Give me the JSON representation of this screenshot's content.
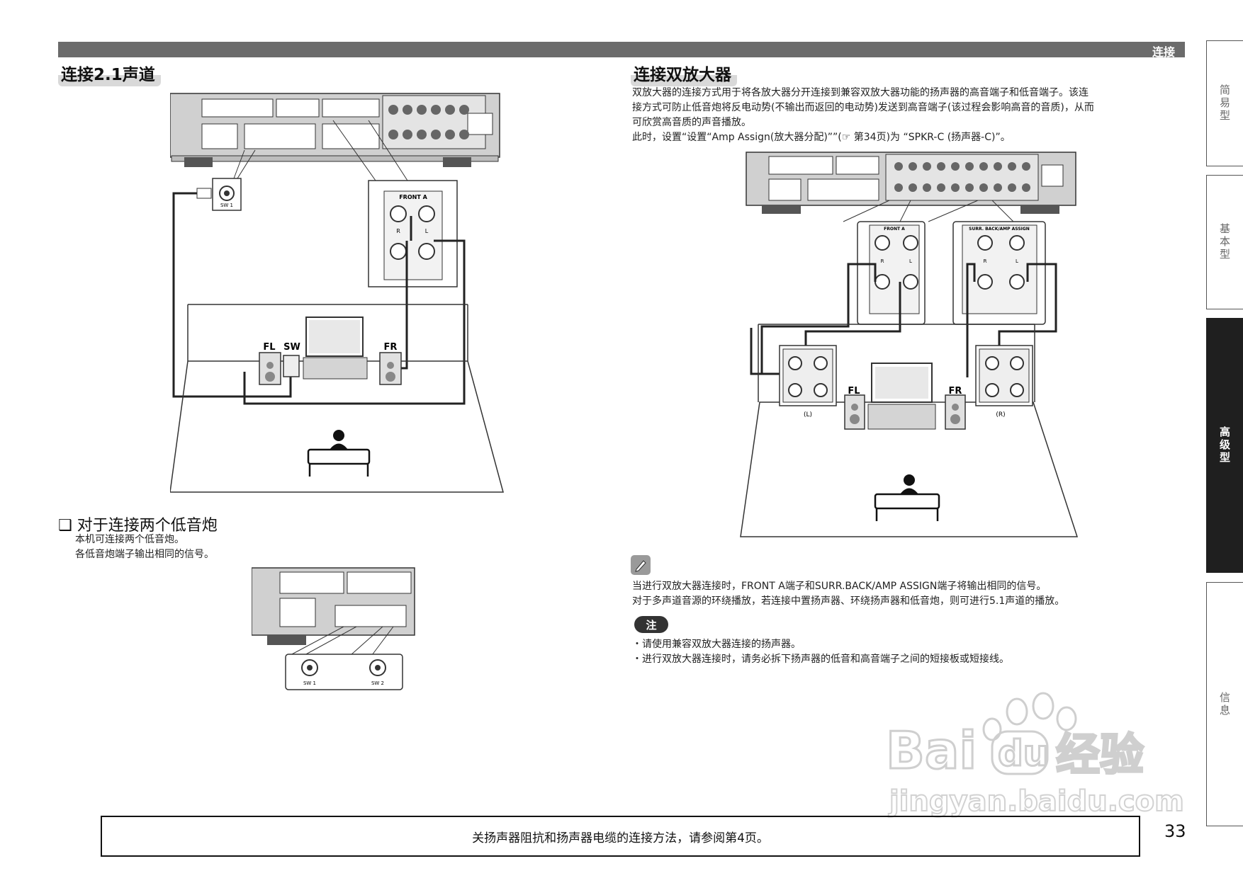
{
  "header": {
    "section_label": "连接"
  },
  "left": {
    "title": "连接2.1声道",
    "diagram1": {
      "terminal_label": "SW 1",
      "front_a": "FRONT A",
      "r": "R",
      "l": "L",
      "fl": "FL",
      "sw": "SW",
      "fr": "FR"
    },
    "subtitle": "❑ 对于连接两个低音炮",
    "sub_lines": [
      "本机可连接两个低音炮。",
      "各低音炮端子输出相同的信号。"
    ],
    "diagram2": {
      "sw1": "SW 1",
      "sw2": "SW 2"
    }
  },
  "right": {
    "title": "连接双放大器",
    "paragraph": [
      "双放大器的连接方式用于将各放大器分开连接到兼容双放大器功能的扬声器的高音端子和低音端子。该连",
      "接方式可防止低音炮将反电动势(不输出而返回的电动势)发送到高音端子(该过程会影响高音的音质)，从而",
      "可欣赏高音质的声音播放。",
      "此时，设置“设置“Amp Assign(放大器分配)””(☞ 第34页)为 “SPKR-C (扬声器-C)”。"
    ],
    "diagram": {
      "front_a": "FRONT A",
      "surr": "SURR. BACK/AMP ASSIGN",
      "r": "R",
      "l": "L",
      "fl": "FL",
      "fr": "FR",
      "left_unit": "(L)",
      "right_unit": "(R)"
    },
    "memo_lines": [
      "当进行双放大器连接时，FRONT A端子和SURR.BACK/AMP ASSIGN端子将输出相同的信号。",
      "对于多声道音源的环绕播放，若连接中置扬声器、环绕扬声器和低音炮，则可进行5.1声道的播放。"
    ],
    "note_label": "注",
    "notes": [
      "・请使用兼容双放大器连接的扬声器。",
      "・进行双放大器连接时，请务必拆下扬声器的低音和高音端子之间的短接板或短接线。"
    ]
  },
  "tabs": [
    "简易型",
    "基本型",
    "高级型",
    "信息"
  ],
  "footer": {
    "text": "关扬声器阻抗和扬声器电缆的连接方法，请参阅第4页。",
    "page": "33"
  },
  "watermark": {
    "brand": "Bai",
    "brand2": "du",
    "cn": "经验",
    "url": "jingyan.baidu.com"
  }
}
